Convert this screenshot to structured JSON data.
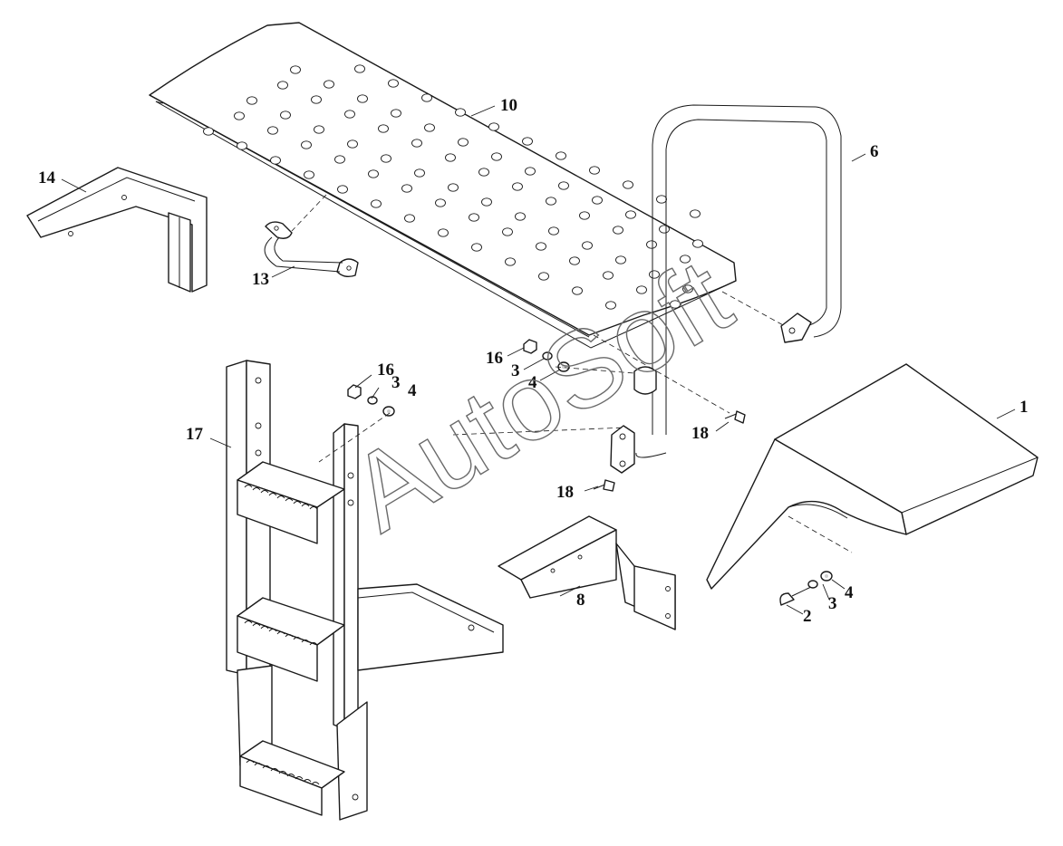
{
  "diagram": {
    "callouts": {
      "c1": "1",
      "c2": "2",
      "c3a": "3",
      "c3b": "3",
      "c3c": "3",
      "c4a": "4",
      "c4b": "4",
      "c4c": "4",
      "c6": "6",
      "c8": "8",
      "c10": "10",
      "c13": "13",
      "c14": "14",
      "c16a": "16",
      "c16b": "16",
      "c17": "17",
      "c18a": "18",
      "c18b": "18"
    },
    "watermark": "AutoSoft"
  }
}
